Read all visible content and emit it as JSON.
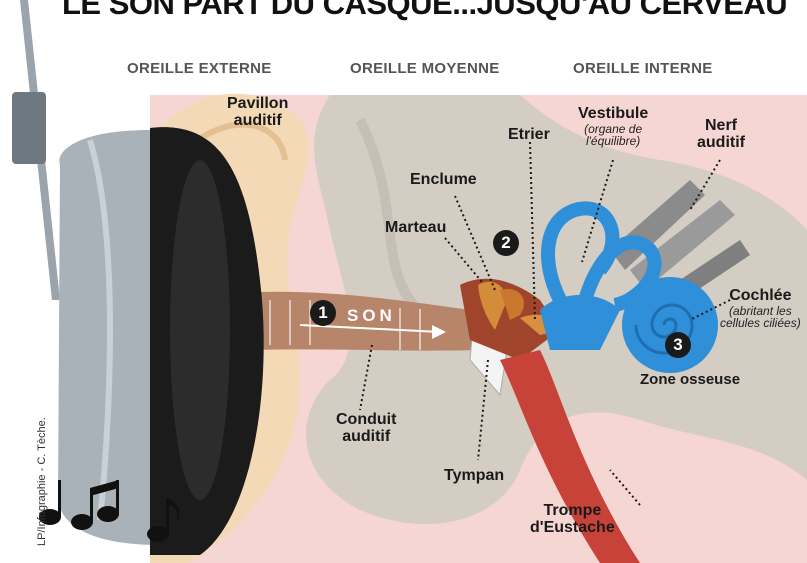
{
  "title": "LE SON PART DU CASQUE...JUSQU'AU CERVEAU",
  "sections": {
    "outer": "OREILLE EXTERNE",
    "middle": "OREILLE MOYENNE",
    "inner": "OREILLE INTERNE"
  },
  "labels": {
    "pavillon": "Pavillon\nauditif",
    "enclume": "Enclume",
    "marteau": "Marteau",
    "etrier": "Etrier",
    "vestibule": "Vestibule",
    "vestibule_note": "(organe de\nl'équilibre)",
    "nerf": "Nerf\nauditif",
    "cochlee": "Cochlée",
    "cochlee_note": "(abritant les\ncellules ciliées)",
    "zone": "Zone osseuse",
    "conduit": "Conduit\nauditif",
    "tympan": "Tympan",
    "trompe": "Trompe\nd'Eustache",
    "son": "SON"
  },
  "steps": [
    "1",
    "2",
    "3"
  ],
  "credit": "LP/Infographie - C. Tèche.",
  "colors": {
    "skin": "#f3d9b5",
    "canal": "#b6856a",
    "bone": "#cfc9c0",
    "inner_ear": "#2f8fd8",
    "nerve": "#8b8b8b",
    "eustache": "#c7433a",
    "headphone": "#1b1b1b"
  }
}
